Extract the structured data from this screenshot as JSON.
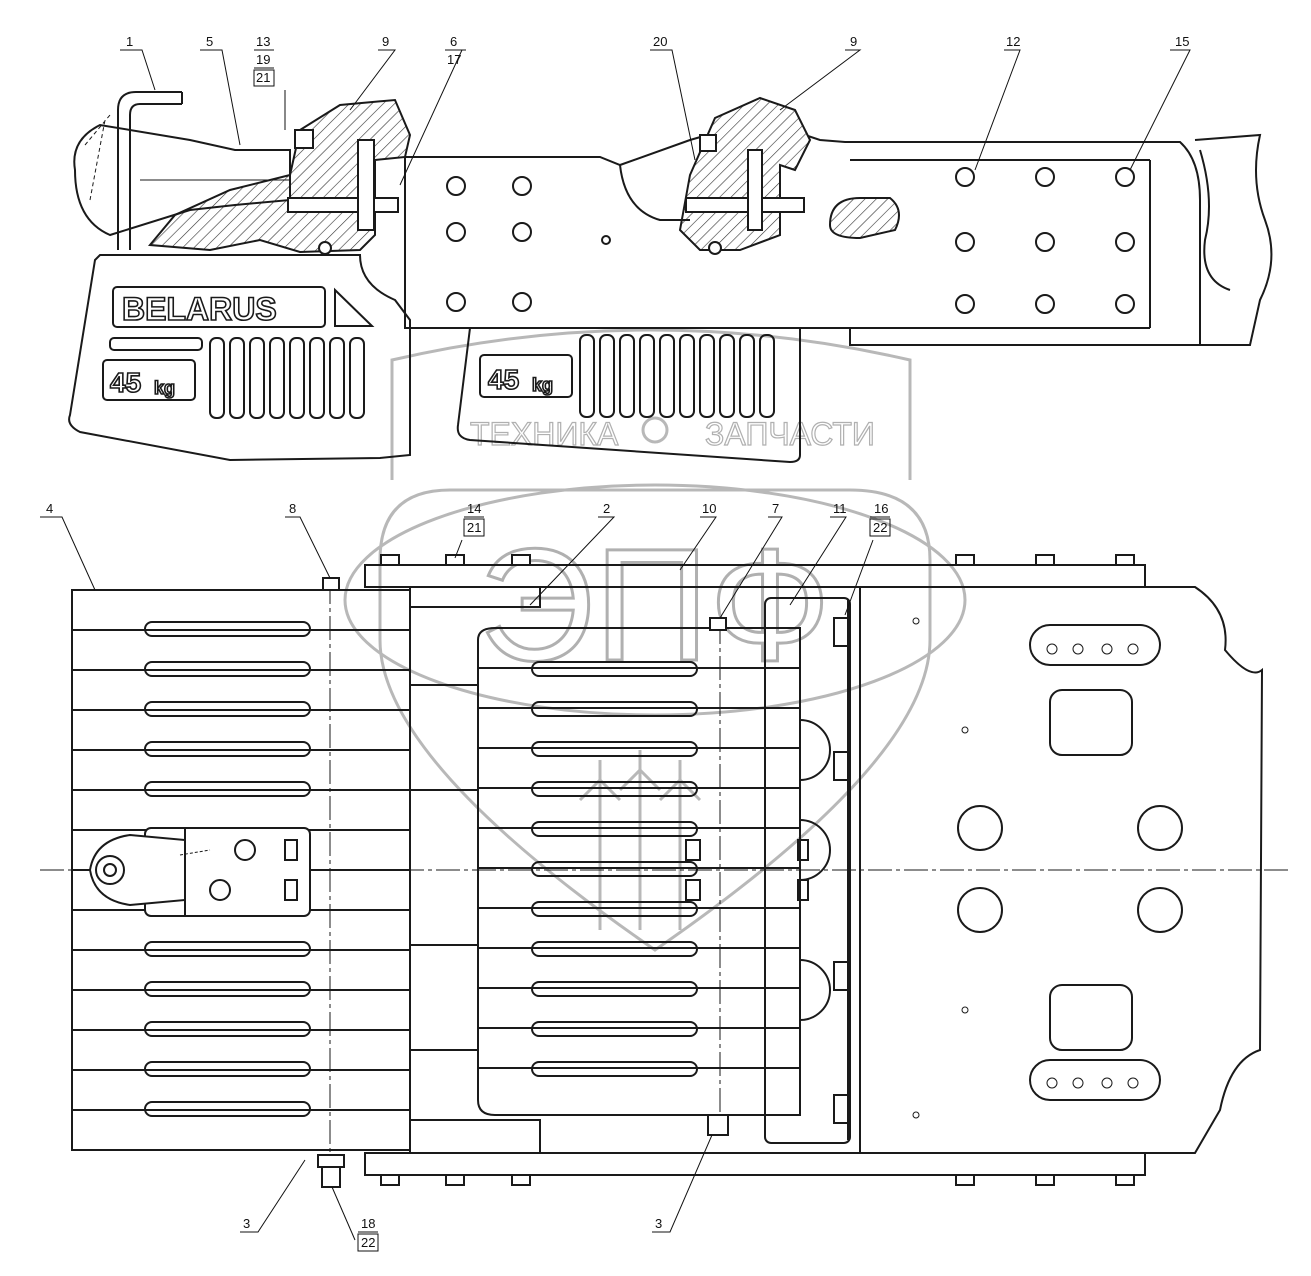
{
  "callouts_top": [
    {
      "id": "c1",
      "text": "1"
    },
    {
      "id": "c5",
      "text": "5"
    },
    {
      "id": "c13",
      "text": "13"
    },
    {
      "id": "c19",
      "text": "19"
    },
    {
      "id": "c21a",
      "text": "21"
    },
    {
      "id": "c9a",
      "text": "9"
    },
    {
      "id": "c6",
      "text": "6"
    },
    {
      "id": "c17",
      "text": "17"
    },
    {
      "id": "c20",
      "text": "20"
    },
    {
      "id": "c9b",
      "text": "9"
    },
    {
      "id": "c12",
      "text": "12"
    },
    {
      "id": "c15",
      "text": "15"
    }
  ],
  "callouts_bottom": [
    {
      "id": "c4",
      "text": "4"
    },
    {
      "id": "c8",
      "text": "8"
    },
    {
      "id": "c14",
      "text": "14"
    },
    {
      "id": "c21b",
      "text": "21"
    },
    {
      "id": "c2",
      "text": "2"
    },
    {
      "id": "c10",
      "text": "10"
    },
    {
      "id": "c7",
      "text": "7"
    },
    {
      "id": "c11",
      "text": "11"
    },
    {
      "id": "c16",
      "text": "16"
    },
    {
      "id": "c22a",
      "text": "22"
    },
    {
      "id": "c3a",
      "text": "3"
    },
    {
      "id": "c18",
      "text": "18"
    },
    {
      "id": "c22b",
      "text": "22"
    },
    {
      "id": "c3b",
      "text": "3"
    }
  ],
  "casting": {
    "brand": "BELARUS",
    "weight_num": "45",
    "weight_unit": "kg"
  },
  "watermark": {
    "left_word": "ТЕХНИКА",
    "right_word": "ЗАПЧАСТИ",
    "logo_letters": "ЭПФ"
  }
}
